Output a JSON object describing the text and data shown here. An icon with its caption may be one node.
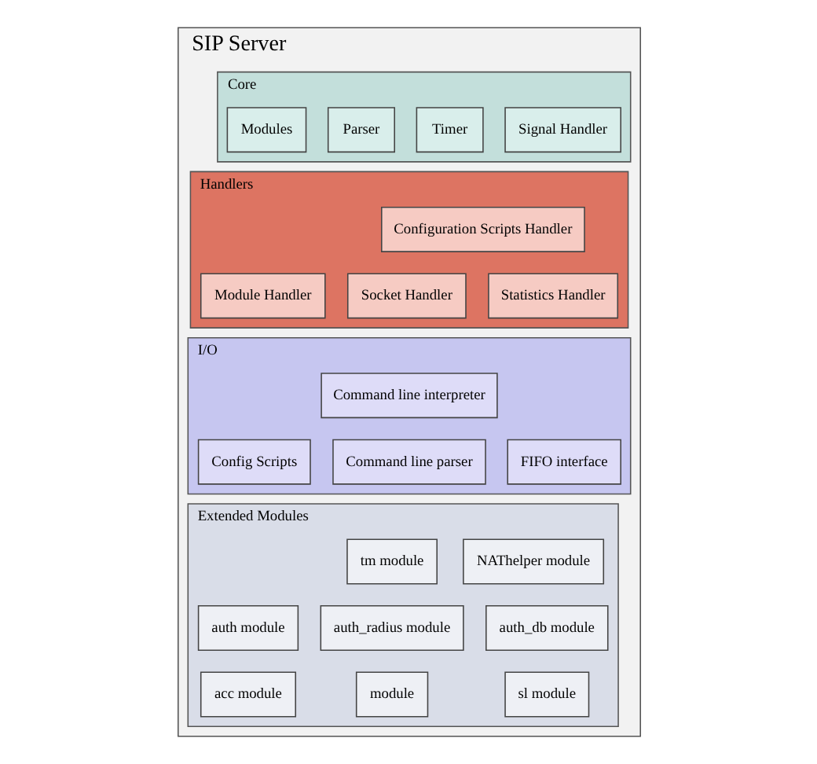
{
  "diagram": {
    "nodes": [
      {
        "text": [
          "SIP Server"
        ]
      },
      {
        "text": [
          "Core"
        ],
        "in": 0
      },
      {
        "text": [
          "Signal Handler"
        ],
        "in": 1
      },
      {
        "text": [
          "Timer"
        ],
        "in": 1
      },
      {
        "text": [
          "Parser"
        ],
        "in": 1
      },
      {
        "text": [
          "Modules"
        ],
        "in": 1
      },
      {
        "text": [
          "Handlers"
        ],
        "in": 0
      },
      {
        "text": [
          "Configuration Scripts Handler"
        ],
        "in": 6
      },
      {
        "text": [
          "Socket Handler"
        ],
        "in": 6
      },
      {
        "text": [
          "Module Handler"
        ],
        "in": 6
      },
      {
        "text": [
          "Statistics Handler"
        ],
        "in": 6
      },
      {
        "text": [
          "I/O"
        ],
        "in": 0
      },
      {
        "text": [
          "Command line interpreter"
        ],
        "in": 11
      },
      {
        "text": [
          "Command line parser"
        ],
        "in": 11
      },
      {
        "text": [
          "Config Scripts"
        ],
        "in": 11
      },
      {
        "text": [
          "FIFO interface"
        ],
        "in": 11
      },
      {
        "text": [
          "Extended Modules"
        ],
        "in": 0
      },
      {
        "text": [
          "NAThelper module"
        ],
        "in": 16
      },
      {
        "text": [
          "tm module"
        ],
        "in": 16
      },
      {
        "text": [
          "auth module"
        ],
        "in": 16
      },
      {
        "text": [
          "auth_db module"
        ],
        "in": 16
      },
      {
        "text": [
          "auth_radius module"
        ],
        "in": 16
      },
      {
        "text": [
          "acc module"
        ],
        "in": 16
      },
      {
        "text": [
          "sl module"
        ],
        "in": 16
      },
      {
        "text": [
          "module"
        ],
        "in": 16
      }
    ]
  }
}
